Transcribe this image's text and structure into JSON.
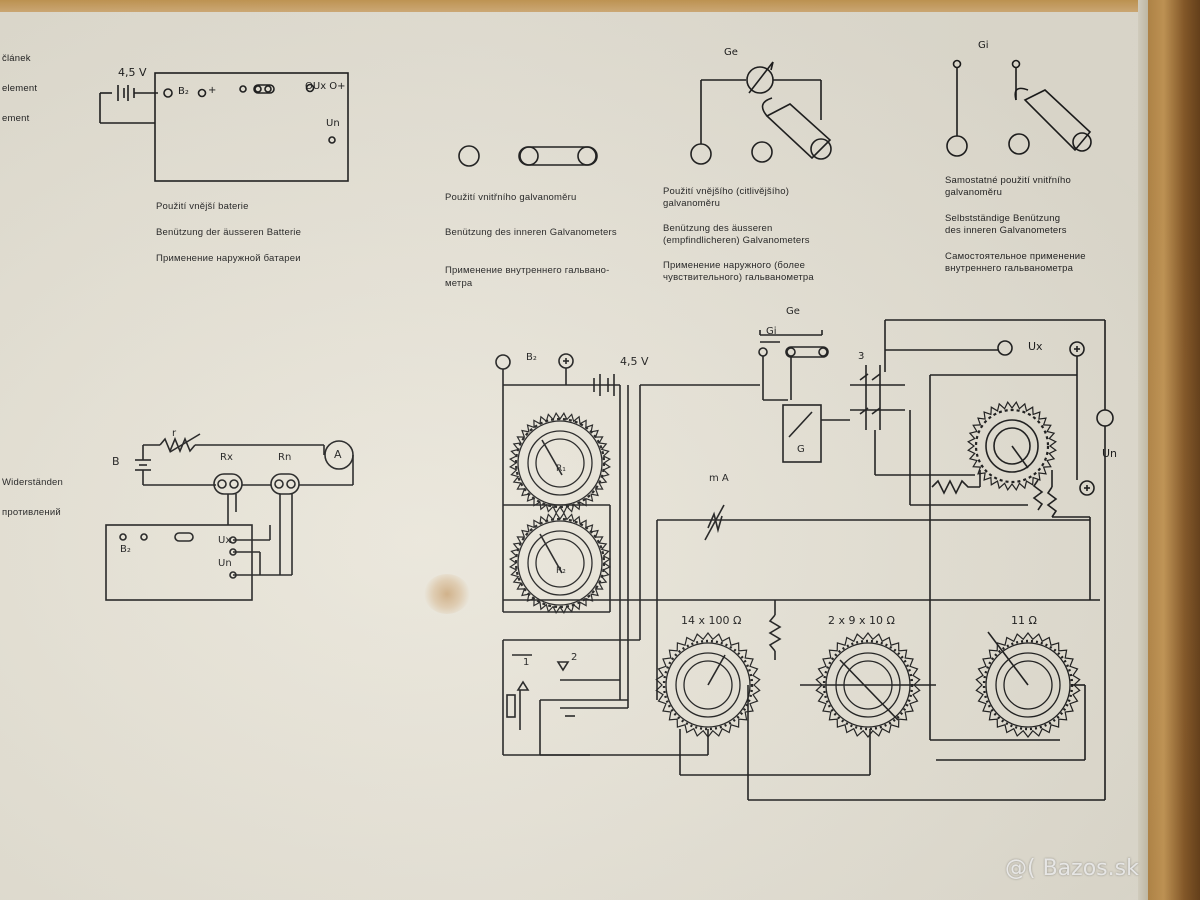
{
  "left_legend": {
    "line1": "článek",
    "line2": "element",
    "line3": "ement"
  },
  "left_mid": {
    "line1": "Widerständen",
    "line2": "противлений"
  },
  "panel1": {
    "cz": "Použití vnější baterie",
    "de": "Benützung der äusseren Batterie",
    "ru": "Применение наружной батареи",
    "voltage": "4,5 V",
    "b2": "B₂",
    "plus": "+",
    "ux": "OUx O+",
    "un": "Un"
  },
  "panel2": {
    "cz": "Použití vnitřního galvanoměru",
    "de": "Benützung des inneren Galvanometers",
    "ru1": "Применение внутреннего гальвано-",
    "ru2": "метра"
  },
  "panel3": {
    "label": "Ge",
    "cz1": "Použití vnějšího (citlivějšího)",
    "cz2": "galvanoměru",
    "de1": "Benützung des äusseren",
    "de2": "(empfindlicheren) Galvanometers",
    "ru1": "Применение наружного (более",
    "ru2": "чувствительного) гальванометра"
  },
  "panel4": {
    "label": "Gi",
    "cz1": "Samostatné použití vnitřního",
    "cz2": "galvanoměru",
    "de1": "Selbstständige Benützung",
    "de2": "des inneren Galvanometers",
    "ru1": "Самостоятельное применение",
    "ru2": "внутреннего гальванометра"
  },
  "bridge": {
    "b": "B",
    "r": "r",
    "rx": "Rx",
    "rn": "Rn",
    "a": "A",
    "b2": "B₂",
    "ux": "Ux",
    "un": "Un"
  },
  "main": {
    "b2": "B₂",
    "plus": "+",
    "voltage": "4,5 V",
    "ge": "Ge",
    "gi": "Gi",
    "g": "G",
    "n3": "3",
    "ux": "Ux",
    "un": "Un",
    "ma": "m A",
    "r1": "R₁",
    "r2": "R₂",
    "n1": "1",
    "n2": "2",
    "d1": "14 x 100 Ω",
    "d2": "2 x 9 x 10 Ω",
    "d3": "11 Ω"
  },
  "watermark": "@( Bazos.sk",
  "colors": {
    "paper": "#e7e3d6",
    "ink": "#1c1c1c",
    "wood": "#b88a4a"
  }
}
